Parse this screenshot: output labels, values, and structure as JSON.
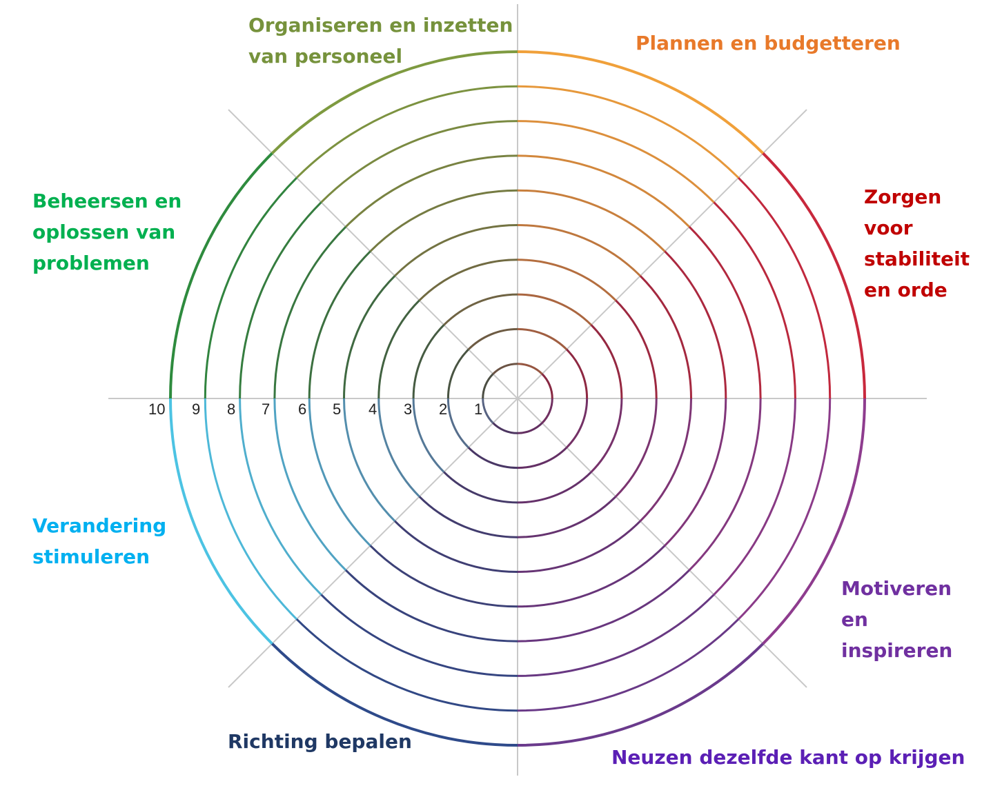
{
  "scale_labels": [
    "1",
    "2",
    "3",
    "4",
    "5",
    "6",
    "7",
    "8",
    "9",
    "10"
  ],
  "segments": [
    {
      "id": "plannen",
      "lines": [
        "Plannen en budgetteren"
      ],
      "color": "#E8792A",
      "arc_color": "#F0A03A"
    },
    {
      "id": "zorgen",
      "lines": [
        "Zorgen",
        "voor",
        "stabiliteit",
        "en orde"
      ],
      "color": "#C00000",
      "arc_color": "#C8283C"
    },
    {
      "id": "motiveren",
      "lines": [
        "Motiveren",
        "en",
        "inspireren"
      ],
      "color": "#7030A0",
      "arc_color": "#8E3C8E"
    },
    {
      "id": "neuzen",
      "lines": [
        "Neuzen dezelfde kant op krijgen"
      ],
      "color": "#5B1FB5",
      "arc_color": "#6A3A8C"
    },
    {
      "id": "richting",
      "lines": [
        "Richting bepalen"
      ],
      "color": "#1F3864",
      "arc_color": "#2E4A8A"
    },
    {
      "id": "verandering",
      "lines": [
        "Verandering",
        "stimuleren"
      ],
      "color": "#00B0F0",
      "arc_color": "#4CC3E3"
    },
    {
      "id": "beheersen",
      "lines": [
        "Beheersen en",
        "oplossen van",
        "problemen"
      ],
      "color": "#00B050",
      "arc_color": "#2E8B3E"
    },
    {
      "id": "organiseren",
      "lines": [
        "Organiseren en inzetten",
        "van personeel"
      ],
      "color": "#76923C",
      "arc_color": "#7E9A40"
    }
  ]
}
